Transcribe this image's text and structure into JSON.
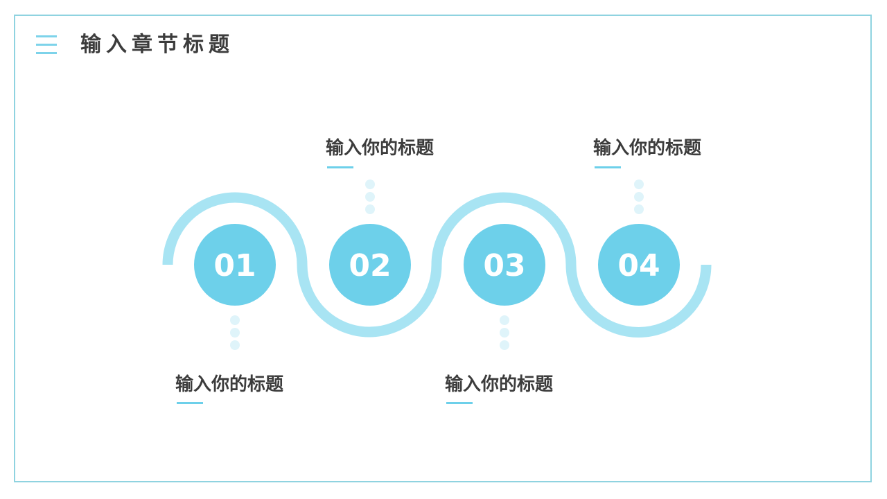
{
  "header": {
    "title": "输入章节标题"
  },
  "steps": [
    {
      "number": "01",
      "label": "输入你的标题"
    },
    {
      "number": "02",
      "label": "输入你的标题"
    },
    {
      "number": "03",
      "label": "输入你的标题"
    },
    {
      "number": "04",
      "label": "输入你的标题"
    }
  ],
  "colors": {
    "frame": "#8fd3e0",
    "accent": "#6dd0ea",
    "wave": "#a8e4f3",
    "dot": "#dff4fa",
    "text": "#3c3c3c"
  }
}
